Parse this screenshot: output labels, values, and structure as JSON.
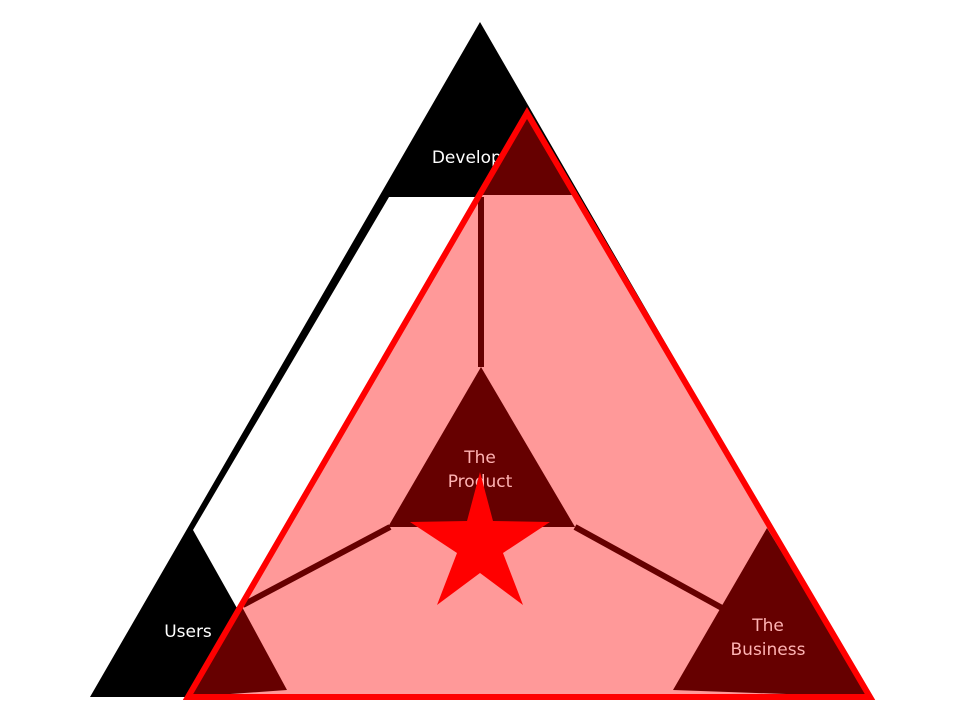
{
  "labels": {
    "developers": "Developers",
    "product_line1": "The",
    "product_line2": "Product",
    "users": "Users",
    "business_line1": "The",
    "business_line2": "Business"
  },
  "colors": {
    "outline_triangle": "#000000",
    "overlay_fill": "#ff9999",
    "overlay_stroke": "#ff0000",
    "dark_region": "#660000",
    "star": "#ff0000",
    "label_on_black": "#ffffff",
    "label_on_dark_red": "#ffb3b3"
  }
}
